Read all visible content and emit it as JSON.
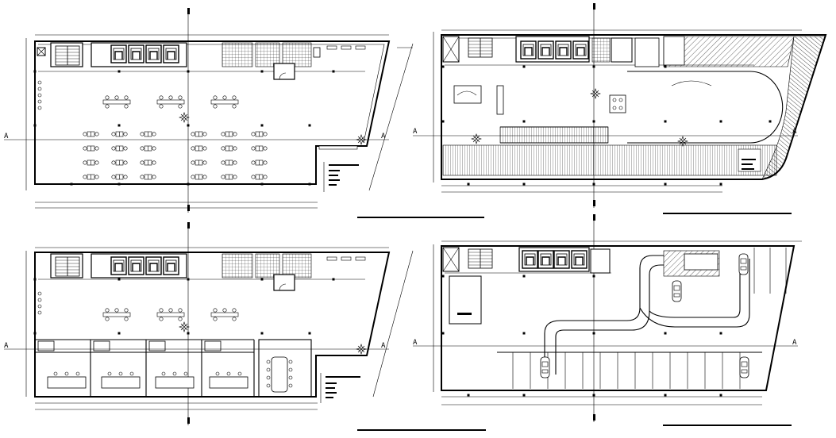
{
  "sheet": {
    "section_marker": "A",
    "plans": [
      {
        "id": "plan-top-left",
        "title": "",
        "marker": "A"
      },
      {
        "id": "plan-top-right",
        "title": "",
        "marker": "A"
      },
      {
        "id": "plan-bottom-left",
        "title": "",
        "marker": "A"
      },
      {
        "id": "plan-bottom-right",
        "title": "",
        "marker": "A"
      }
    ]
  },
  "colors": {
    "line": "#000000",
    "background": "#ffffff"
  }
}
